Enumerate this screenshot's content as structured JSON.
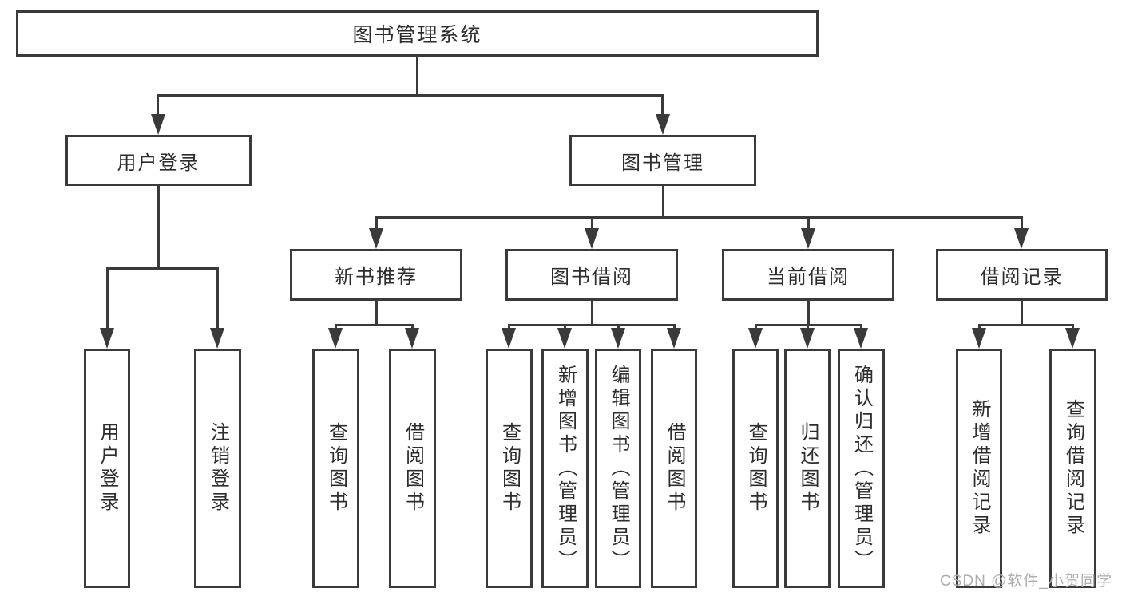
{
  "title": {
    "label": "图书管理系统"
  },
  "level2": [
    {
      "label": "用户登录"
    },
    {
      "label": "图书管理"
    }
  ],
  "level3": [
    {
      "label": "新书推荐"
    },
    {
      "label": "图书借阅"
    },
    {
      "label": "当前借阅"
    },
    {
      "label": "借阅记录"
    }
  ],
  "leaves": {
    "user_login": [
      {
        "label": "用户登录"
      },
      {
        "label": "注销登录"
      }
    ],
    "new_books": [
      {
        "label": "查询图书"
      },
      {
        "label": "借阅图书"
      }
    ],
    "book_borrowing": [
      {
        "label": "查询图书"
      },
      {
        "label": "新增图书（管理员）"
      },
      {
        "label": "编辑图书（管理员）"
      },
      {
        "label": "借阅图书"
      }
    ],
    "current_borrowing": [
      {
        "label": "查询图书"
      },
      {
        "label": "归还图书"
      },
      {
        "label": "确认归还（管理员）"
      }
    ],
    "borrow_records": [
      {
        "label": "新增借阅记录"
      },
      {
        "label": "查询借阅记录"
      }
    ]
  },
  "watermark": {
    "text": "CSDN @软件_小贺同学"
  },
  "colors": {
    "line": "#3a3a3a",
    "text": "#2d2d2d",
    "watermark": "#adadad",
    "background": "#ffffff"
  }
}
